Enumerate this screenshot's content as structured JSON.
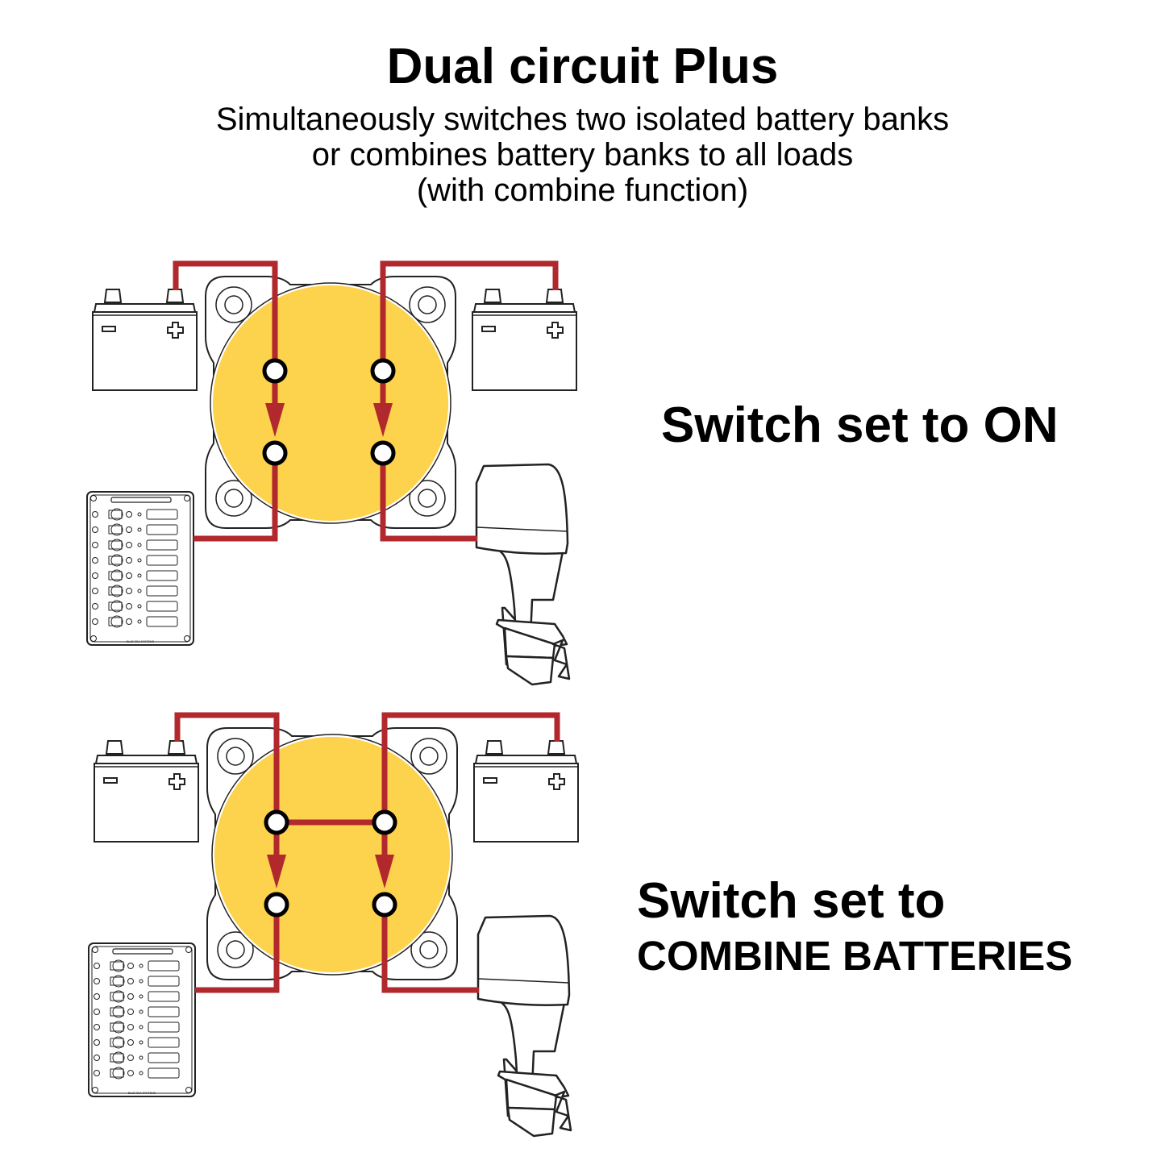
{
  "header": {
    "title": "Dual circuit Plus",
    "subtitle_lines": [
      "Simultaneously switches two isolated battery banks",
      "or combines battery banks to all loads",
      "(with combine function)"
    ]
  },
  "diagrams": [
    {
      "label_lines": [
        "Switch set to ON"
      ],
      "combine": false
    },
    {
      "label_lines": [
        "Switch set to",
        "COMBINE BATTERIES"
      ],
      "combine": true
    }
  ],
  "panel_logo_text": "BLUE SEA SYSTEMS",
  "colors": {
    "wire": "#b1282d",
    "switch_face": "#fdd24c",
    "outline": "#222222"
  },
  "icons": [
    "battery-icon",
    "battery-switch-icon",
    "distribution-panel-icon",
    "outboard-motor-icon",
    "arrow-down-icon"
  ]
}
